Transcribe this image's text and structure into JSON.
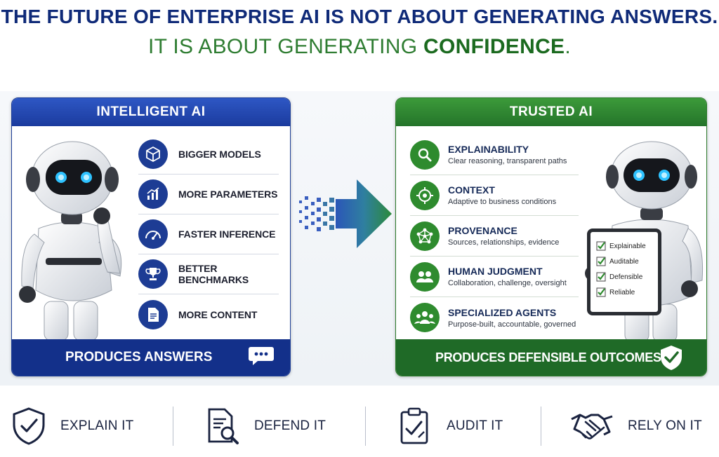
{
  "headline": {
    "line1": "THE FUTURE OF ENTERPRISE AI IS NOT ABOUT GENERATING ANSWERS.",
    "line2_prefix": "IT IS ABOUT GENERATING ",
    "line2_emphasis": "CONFIDENCE",
    "line2_suffix": "."
  },
  "left_panel": {
    "title": "INTELLIGENT AI",
    "items": [
      {
        "label": "BIGGER MODELS",
        "icon": "cube-icon"
      },
      {
        "label": "MORE PARAMETERS",
        "icon": "bar-chart-icon"
      },
      {
        "label": "FASTER INFERENCE",
        "icon": "speedometer-icon"
      },
      {
        "label": "BETTER BENCHMARKS",
        "icon": "trophy-icon"
      },
      {
        "label": "MORE CONTENT",
        "icon": "document-icon"
      }
    ],
    "footer": "PRODUCES ANSWERS",
    "footer_icon": "chat-bubble-icon",
    "accent": "#1b3b9e"
  },
  "right_panel": {
    "title": "TRUSTED AI",
    "items": [
      {
        "title": "EXPLAINABILITY",
        "desc": "Clear reasoning, transparent paths",
        "icon": "magnifier-icon"
      },
      {
        "title": "CONTEXT",
        "desc": "Adaptive to business conditions",
        "icon": "target-icon"
      },
      {
        "title": "PROVENANCE",
        "desc": "Sources, relationships, evidence",
        "icon": "network-icon"
      },
      {
        "title": "HUMAN JUDGMENT",
        "desc": "Collaboration, challenge, oversight",
        "icon": "people-icon"
      },
      {
        "title": "SPECIALIZED AGENTS",
        "desc": "Purpose-built, accountable, governed",
        "icon": "team-icon"
      }
    ],
    "tablet_items": [
      "Explainable",
      "Auditable",
      "Defensible",
      "Reliable"
    ],
    "footer": "PRODUCES DEFENSIBLE OUTCOMES",
    "footer_icon": "shield-check-icon",
    "accent": "#24742a"
  },
  "bottom": [
    {
      "label": "EXPLAIN IT",
      "icon": "shield-check-icon"
    },
    {
      "label": "DEFEND IT",
      "icon": "document-search-icon"
    },
    {
      "label": "AUDIT IT",
      "icon": "clipboard-check-icon"
    },
    {
      "label": "RELY ON IT",
      "icon": "handshake-icon"
    }
  ]
}
